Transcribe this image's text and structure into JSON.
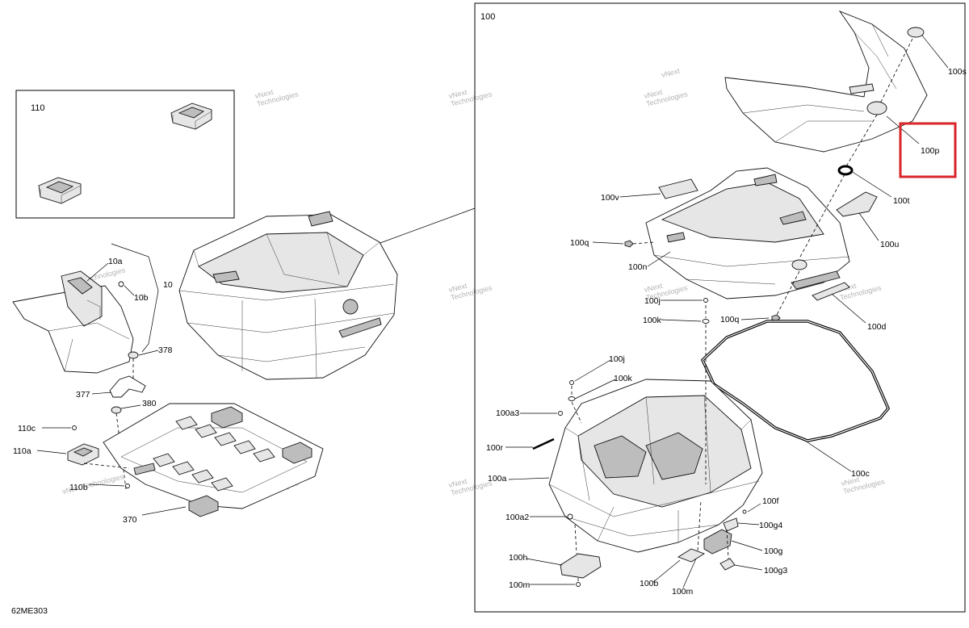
{
  "diagram_code": "62ME303",
  "box_labels": {
    "assembly_100": "100",
    "assembly_110": "110"
  },
  "callouts": {
    "c10": "10",
    "c10a": "10a",
    "c10b": "10b",
    "c378": "378",
    "c377": "377",
    "c380": "380",
    "c110c": "110c",
    "c110a": "110a",
    "c110b": "110b",
    "c370": "370",
    "c100s": "100s",
    "c100p": "100p",
    "c100t": "100t",
    "c100v": "100v",
    "c100u": "100u",
    "c100q1": "100q",
    "c100n": "100n",
    "c100j1": "100j",
    "c100k1": "100k",
    "c100q2": "100q",
    "c100d": "100d",
    "c100j2": "100j",
    "c100k2": "100k",
    "c100a3": "100a3",
    "c100r": "100r",
    "c100c": "100c",
    "c100a": "100a",
    "c100f": "100f",
    "c100a2": "100a2",
    "c100g4": "100g4",
    "c100g": "100g",
    "c100h": "100h",
    "c100g3": "100g3",
    "c100b": "100b",
    "c100m1": "100m",
    "c100m2": "100m"
  },
  "watermark": {
    "line1": "vNext",
    "line2": "Technologies",
    "line3": "vNext Technologies"
  },
  "highlight": {
    "target": "100p",
    "color": "#d9262b"
  },
  "colors": {
    "line": "#000000",
    "shade": "#e6e6e6",
    "dark": "#bdbdbd"
  }
}
